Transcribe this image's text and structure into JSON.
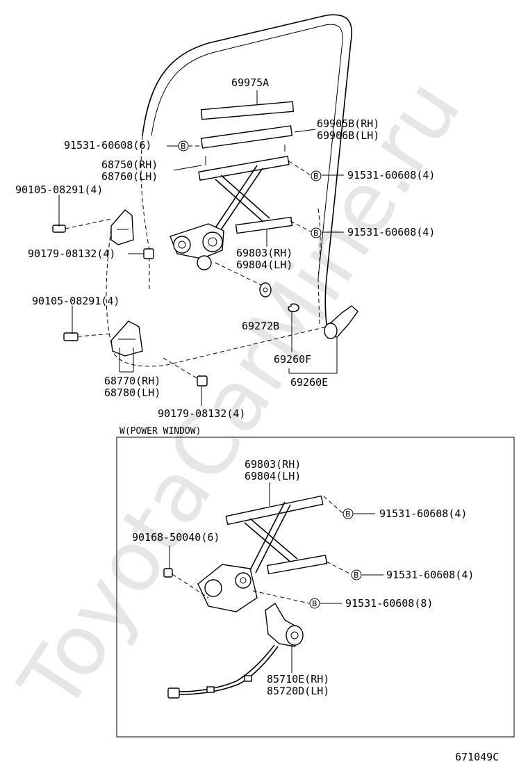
{
  "watermark": "ToyotaCarMine.ru",
  "labels": {
    "p69975A": "69975A",
    "p69905B": "69905B(RH)",
    "p69906B": "69906B(LH)",
    "p91531_a": "91531-60608(6)",
    "p68750": "68750(RH)",
    "p68760": "68760(LH)",
    "p91531_b": "91531-60608(4)",
    "p90105_a": "90105-08291(4)",
    "p91531_c": "91531-60608(4)",
    "p90179_a": "90179-08132(4)",
    "p69803": "69803(RH)",
    "p69804": "69804(LH)",
    "p90105_b": "90105-08291(4)",
    "p69272B": "69272B",
    "p69260F": "69260F",
    "p68770": "68770(RH)",
    "p68780": "68780(LH)",
    "p69260E": "69260E",
    "p90179_b": "90179-08132(4)",
    "section_title": "W(POWER WINDOW)",
    "pw69803": "69803(RH)",
    "pw69804": "69804(LH)",
    "pw91531_a": "91531-60608(4)",
    "pw90168": "90168-50040(6)",
    "pw91531_b": "91531-60608(4)",
    "pw91531_c": "91531-60608(8)",
    "pw85710E": "85710E(RH)",
    "pw85720D": "85720D(LH)",
    "figure_code": "671049C",
    "bolt_marker": "B"
  }
}
